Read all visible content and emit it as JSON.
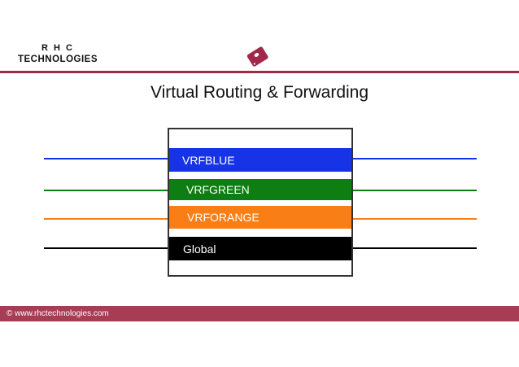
{
  "header": {
    "logo_line1": "R H C",
    "logo_line2": "TECHNOLOGIES",
    "divider_color": "#9E2C48",
    "icon_color": "#A1284B"
  },
  "title": "Virtual Routing & Forwarding",
  "diagram": {
    "box_border_color": "#333333",
    "vrfs": [
      {
        "label": "VRFBLUE",
        "color": "#1733E8"
      },
      {
        "label": "VRFGREEN",
        "color": "#0E7D12"
      },
      {
        "label": "VRFORANGE",
        "color": "#F97E16"
      },
      {
        "label": "Global",
        "color": "#000000"
      }
    ]
  },
  "footer": {
    "text": "© www.rhctechnologies.com",
    "background": "#A63D55"
  }
}
